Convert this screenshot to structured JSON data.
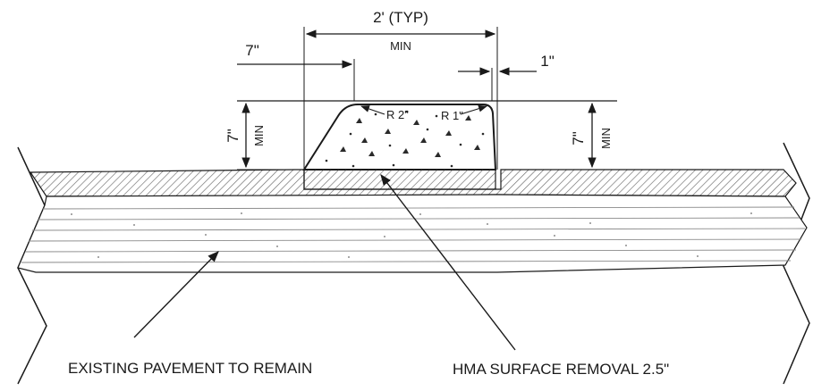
{
  "labels": {
    "width_total": "2' (TYP)",
    "width_min": "MIN",
    "top_offset": "7\"",
    "right_offset": "1\"",
    "left_height": "7\"",
    "left_height_min": "MIN",
    "right_height": "7\"",
    "right_height_min": "MIN",
    "radius_left": "R 2\"",
    "radius_right": "R 1\"",
    "existing_pavement": "EXISTING PAVEMENT TO REMAIN",
    "hma_removal": "HMA SURFACE REMOVAL 2.5\""
  },
  "colors": {
    "ink": "#1a1a1a",
    "hatch": "#6b6b6b",
    "paper": "#ffffff"
  }
}
